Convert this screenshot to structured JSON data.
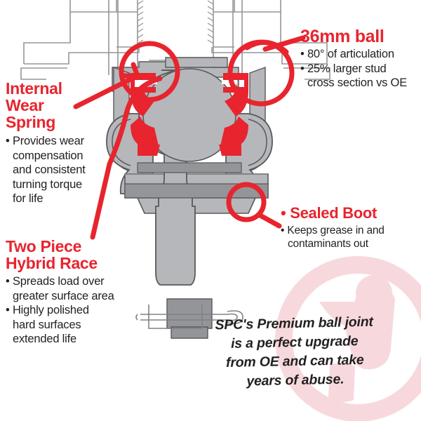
{
  "colors": {
    "accent_red": "#e8242e",
    "text_dark": "#231f20",
    "metal_gray": "#b5b7ba",
    "metal_gray_dark": "#939598",
    "outline_gray": "#6d6e71",
    "watermark_pink": "#f7d9dd",
    "background": "#ffffff"
  },
  "callouts": {
    "ball": {
      "title": "36mm ball",
      "bullets": [
        "• 80° of articulation",
        "• 25% larger stud",
        "cross section vs OE"
      ]
    },
    "spring": {
      "title_line1": "Internal",
      "title_line2": "Wear",
      "title_line3": "Spring",
      "bullets": [
        "• Provides wear",
        "compensation",
        "and consistent",
        "turning torque",
        "for life"
      ]
    },
    "race": {
      "title_line1": "Two Piece",
      "title_line2": "Hybrid Race",
      "bullets": [
        "• Spreads load over",
        "greater surface area",
        "• Highly polished",
        "hard surfaces",
        "extended life"
      ]
    },
    "boot": {
      "title": "• Sealed Boot",
      "bullets": [
        "• Keeps grease in and",
        "contaminants out"
      ]
    }
  },
  "tagline": {
    "line1": "SPC's Premium ball joint",
    "line2": "is a perfect upgrade",
    "line3": "from OE and can take",
    "line4": "years of abuse."
  },
  "diagram": {
    "name": "ball-joint-cross-section",
    "parts": [
      "housing",
      "threaded-shoulder",
      "ball-stud",
      "upper-race",
      "lower-race",
      "internal-wear-spring",
      "sealed-boot",
      "cotter-pin"
    ]
  }
}
